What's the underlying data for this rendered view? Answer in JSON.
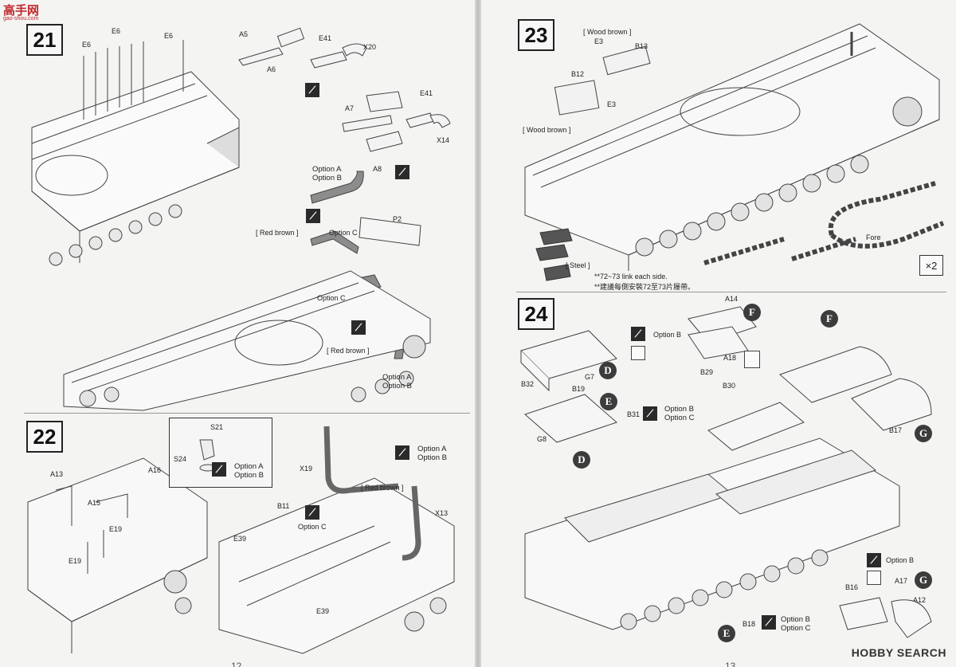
{
  "watermark": {
    "site": "高手网",
    "url": "gao-shou.com",
    "brand": "HOBBY SEARCH"
  },
  "left_page": {
    "page_number": "12",
    "step21": {
      "number": "21",
      "labels": [
        "E6",
        "E6",
        "E6",
        "A5",
        "E41",
        "X20",
        "A6",
        "A7",
        "E41",
        "X14",
        "A8",
        "P2"
      ],
      "options_top": [
        "Option A",
        "Option B"
      ],
      "red_brown_1": "[ Red brown ]",
      "option_c_1": "Option C",
      "option_c_2": "Option C",
      "red_brown_2": "[ Red brown ]",
      "options_bottom": [
        "Option A",
        "Option B"
      ]
    },
    "step22": {
      "number": "22",
      "labels": [
        "A13",
        "A16",
        "A15",
        "E19",
        "E19",
        "S21",
        "S24",
        "X19",
        "B11",
        "E39",
        "E39",
        "X13"
      ],
      "inset_options": [
        "Option A",
        "Option B"
      ],
      "right_options": [
        "Option A",
        "Option B"
      ],
      "red_brown": "[ Red brown ]",
      "option_c": "Option C"
    }
  },
  "right_page": {
    "page_number": "13",
    "step23": {
      "number": "23",
      "wood_brown_1": "[ Wood brown ]",
      "wood_brown_2": "[ Wood brown ]",
      "labels": [
        "E3",
        "B13",
        "B12",
        "E3"
      ],
      "steel": "[ Steel ]",
      "note_en": "**72~73 link each side.",
      "note_zh": "**建議每側安裝72至73片履帶。",
      "fore": "Fore",
      "multiplier": "×2"
    },
    "step24": {
      "number": "24",
      "labels": [
        "A14",
        "B29",
        "A18",
        "G7",
        "B32",
        "B19",
        "G8",
        "B30",
        "B31",
        "B17",
        "B16",
        "A17",
        "A12",
        "B18"
      ],
      "circles": [
        "F",
        "F",
        "D",
        "E",
        "D",
        "E",
        "G",
        "G"
      ],
      "option_b_1": "Option B",
      "options_bc_1": [
        "Option B",
        "Option C"
      ],
      "option_b_2": "Option B",
      "options_bc_2": [
        "Option B",
        "Option C"
      ]
    }
  }
}
